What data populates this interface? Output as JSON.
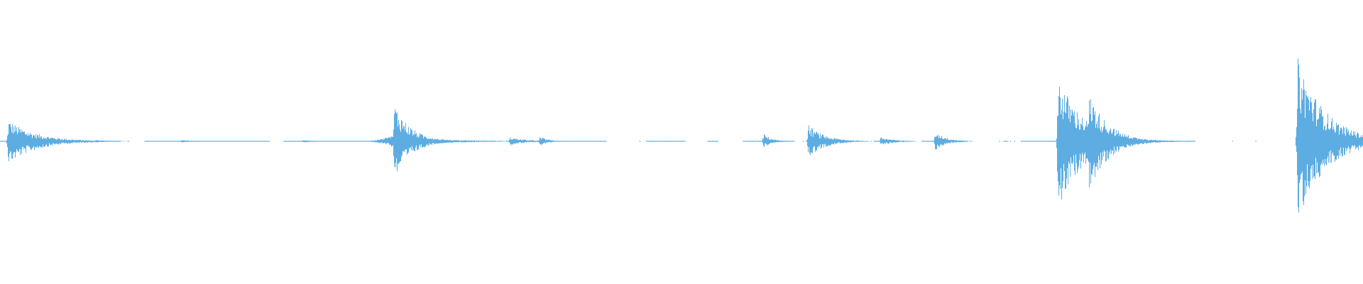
{
  "waveform": {
    "color": "#5dade2",
    "background": "#ffffff",
    "duration": 1,
    "amplitude_range": [
      -1,
      1
    ],
    "segments": [
      [
        0.0,
        0.088
      ],
      [
        0.106,
        0.198
      ],
      [
        0.208,
        0.305
      ],
      [
        0.314,
        0.344
      ],
      [
        0.352,
        0.364
      ],
      [
        0.371,
        0.445
      ],
      [
        0.469,
        0.47
      ],
      [
        0.474,
        0.503
      ],
      [
        0.519,
        0.527
      ],
      [
        0.545,
        0.583
      ],
      [
        0.597,
        0.623
      ],
      [
        0.641,
        0.659
      ],
      [
        0.676,
        0.709
      ],
      [
        0.737,
        0.739
      ],
      [
        0.749,
        0.777
      ],
      [
        0.782,
        0.796
      ],
      [
        0.822,
        0.877
      ],
      [
        0.953,
        0.96
      ],
      [
        0.996,
        1.0
      ]
    ],
    "dots": [
      0.094,
      0.211,
      0.478,
      0.489,
      0.519,
      0.526,
      0.589,
      0.592,
      0.624,
      0.629,
      0.733,
      0.736,
      0.739,
      0.741,
      0.744,
      0.772,
      0.784,
      0.787,
      0.871,
      0.904,
      0.921
    ],
    "base_level": 0.004,
    "bursts": [
      {
        "t": 0.006,
        "peak": 0.3,
        "decay": 0.02,
        "lower": 0.32
      },
      {
        "t": 0.033,
        "peak": 0.03,
        "decay": 0.012,
        "lower": 0.03
      },
      {
        "t": 0.07,
        "peak": 0.02,
        "decay": 0.008,
        "lower": 0.02
      },
      {
        "t": 0.133,
        "peak": 0.02,
        "decay": 0.008,
        "lower": 0.02
      },
      {
        "t": 0.222,
        "peak": 0.02,
        "decay": 0.008,
        "lower": 0.02
      },
      {
        "t": 0.278,
        "peak": 0.03,
        "decay": 0.008,
        "lower": 0.03
      },
      {
        "t": 0.289,
        "peak": 0.09,
        "decay": 0.03,
        "lower": 0.09,
        "pre": 0.025
      },
      {
        "t": 0.289,
        "peak": 0.55,
        "decay": 0.012,
        "lower": 0.55
      },
      {
        "t": 0.374,
        "peak": 0.06,
        "decay": 0.012,
        "lower": 0.06
      },
      {
        "t": 0.396,
        "peak": 0.07,
        "decay": 0.006,
        "lower": 0.07
      },
      {
        "t": 0.56,
        "peak": 0.11,
        "decay": 0.006,
        "lower": 0.09
      },
      {
        "t": 0.593,
        "peak": 0.23,
        "decay": 0.012,
        "lower": 0.23
      },
      {
        "t": 0.646,
        "peak": 0.06,
        "decay": 0.01,
        "lower": 0.06
      },
      {
        "t": 0.686,
        "peak": 0.15,
        "decay": 0.008,
        "lower": 0.13
      },
      {
        "t": 0.776,
        "peak": 0.95,
        "decay": 0.018,
        "lower": 1.0
      },
      {
        "t": 0.799,
        "peak": 0.68,
        "decay": 0.014,
        "lower": 0.7
      },
      {
        "t": 0.952,
        "peak": 1.18,
        "decay": 0.02,
        "lower": 1.15
      }
    ]
  }
}
